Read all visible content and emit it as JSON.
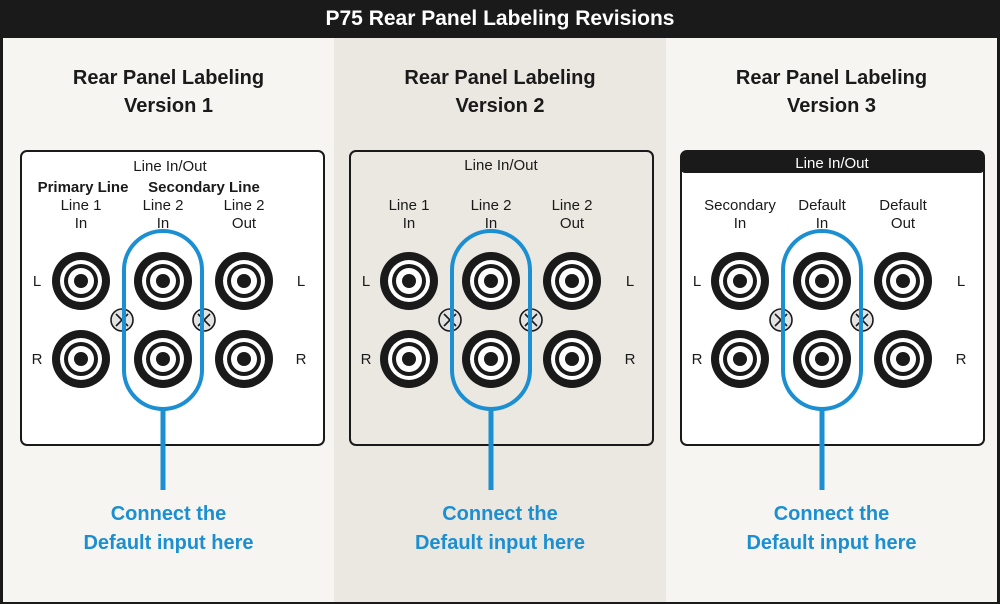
{
  "title": "P75 Rear Panel Labeling Revisions",
  "colors": {
    "frame": "#1a1a1a",
    "panel_light": "#f6f5f1",
    "panel_shaded": "#ebe7e1",
    "accent_blue": "#1b8fd1"
  },
  "versions": [
    {
      "heading_line1": "Rear Panel Labeling",
      "heading_line2": "Version 1",
      "group_label": "Line In/Out",
      "sub_labels": [
        "Primary Line",
        "Secondary Line"
      ],
      "jacks": [
        {
          "line1": "Line 1",
          "line2": "In"
        },
        {
          "line1": "Line 2",
          "line2": "In"
        },
        {
          "line1": "Line 2",
          "line2": "Out"
        }
      ],
      "left_label": "L",
      "right_label": "R",
      "cta_line1": "Connect the",
      "cta_line2": "Default input here"
    },
    {
      "heading_line1": "Rear Panel Labeling",
      "heading_line2": "Version 2",
      "group_label": "Line In/Out",
      "jacks": [
        {
          "line1": "Line 1",
          "line2": "In"
        },
        {
          "line1": "Line 2",
          "line2": "In"
        },
        {
          "line1": "Line 2",
          "line2": "Out"
        }
      ],
      "left_label": "L",
      "right_label": "R",
      "cta_line1": "Connect the",
      "cta_line2": "Default input here"
    },
    {
      "heading_line1": "Rear Panel Labeling",
      "heading_line2": "Version 3",
      "group_label": "Line In/Out",
      "jacks": [
        {
          "line1": "Secondary",
          "line2": "In"
        },
        {
          "line1": "Default",
          "line2": "In"
        },
        {
          "line1": "Default",
          "line2": "Out"
        }
      ],
      "left_label": "L",
      "right_label": "R",
      "cta_line1": "Connect the",
      "cta_line2": "Default input here"
    }
  ]
}
